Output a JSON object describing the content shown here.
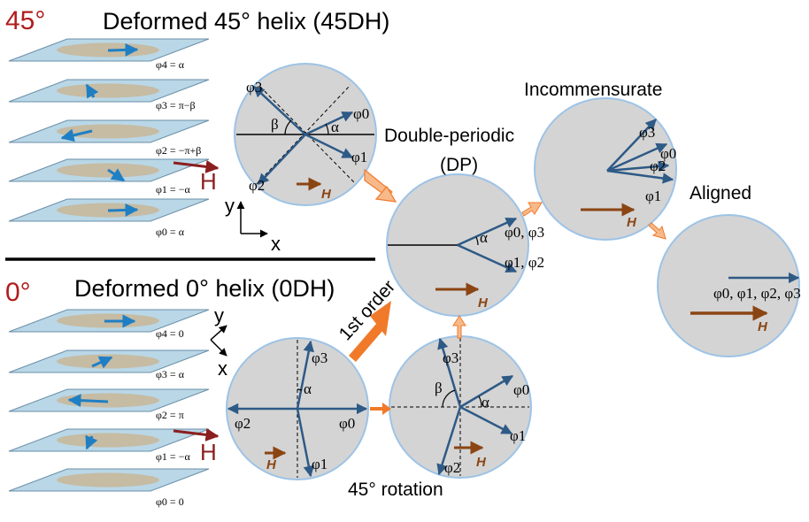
{
  "top": {
    "angle": "45°",
    "title": "Deformed 45° helix (45DH)",
    "plane_labels": [
      "φ4 = α",
      "φ3 = π−β",
      "φ2 = −π+β",
      "φ1 = −α",
      "φ0 = α"
    ],
    "field": "H",
    "axes": {
      "y": "y",
      "x": "x"
    }
  },
  "bottom": {
    "angle": "0°",
    "title": "Deformed 0° helix (0DH)",
    "plane_labels": [
      "φ4 = 0",
      "φ3 = α",
      "φ2 = π",
      "φ1 = −α",
      "φ0 = 0"
    ],
    "field": "H",
    "axes": {
      "y": "y",
      "x": "x"
    }
  },
  "states": {
    "dp": {
      "title_line1": "Double-periodic",
      "title_line2": "(DP)",
      "phi_upper": "φ0, φ3",
      "phi_lower": "φ1, φ2"
    },
    "incommensurate": {
      "title": "Incommensurate"
    },
    "aligned": {
      "title": "Aligned",
      "phi": "φ0, φ1, φ2, φ3"
    }
  },
  "transitions": {
    "first_order": "1st order",
    "rotation": "45° rotation"
  },
  "symbols": {
    "alpha": "α",
    "beta": "β",
    "H": "H",
    "phi0": "φ0",
    "phi1": "φ1",
    "phi2": "φ2",
    "phi3": "φ3"
  },
  "colors": {
    "circle_fill": "#d4d4d4",
    "circle_stroke": "#9dc3e6",
    "spin_arrow": "#2e5a86",
    "field_arrow": "#8b4513",
    "transition_arrow": "#f07a2a",
    "title_red": "#b01c1c",
    "plane_fill": "#b9d7e6",
    "disc_fill": "#c8b89b"
  }
}
